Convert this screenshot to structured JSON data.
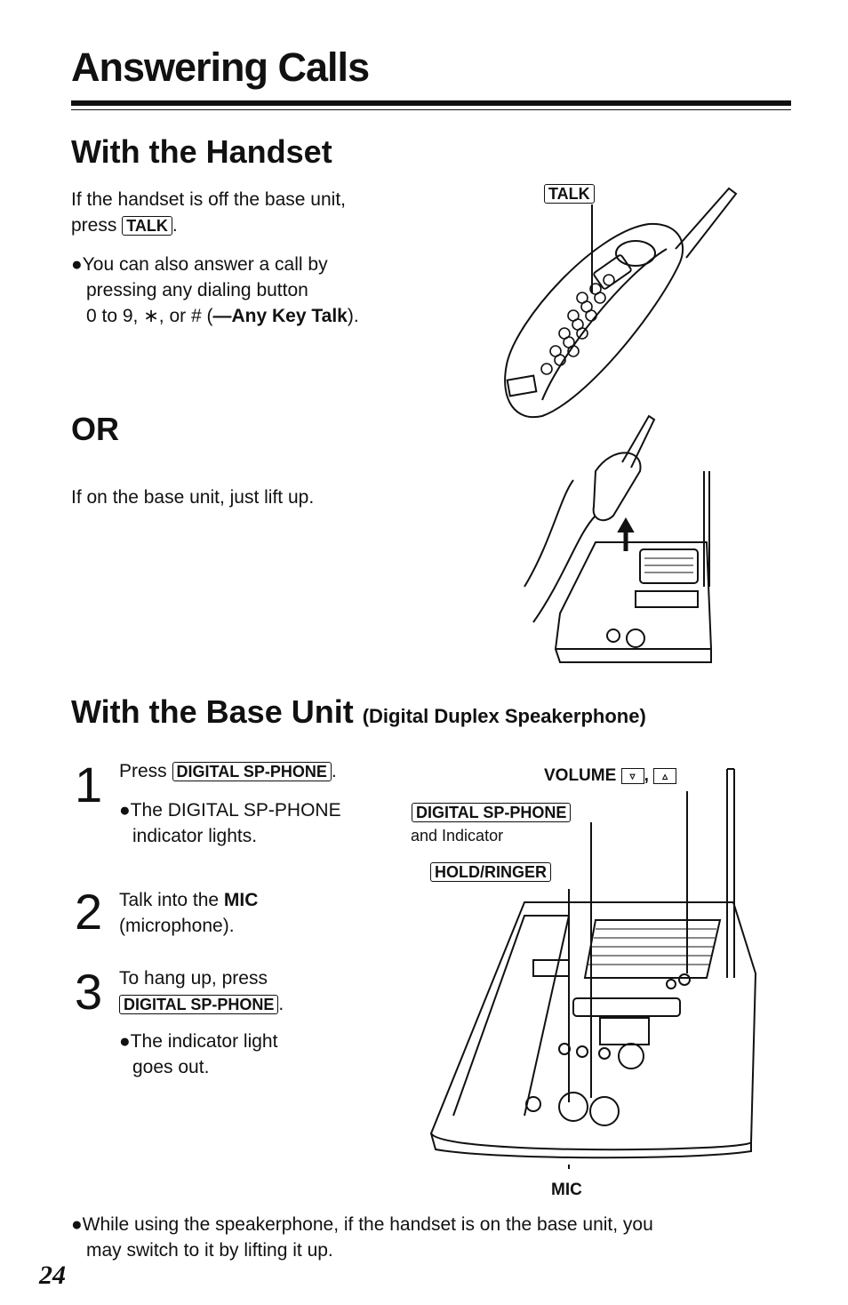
{
  "page": {
    "title": "Answering Calls",
    "page_number": "24"
  },
  "handset_section": {
    "heading": "With the Handset",
    "instruction_part1": "If the handset is off the base unit,",
    "instruction_part2": "press",
    "talk_key": "TALK",
    "bullet_line1": "●You can also answer a call by",
    "bullet_line2": "pressing any dialing button",
    "bullet_line3a": "0 to 9, ∗, or # (",
    "bullet_line3b": "—Any Key Talk",
    "bullet_line3c": ").",
    "diagram_talk_label": "TALK"
  },
  "or_section": {
    "heading": "OR",
    "instruction": "If on the base unit, just lift up."
  },
  "base_section": {
    "heading": "With the Base Unit",
    "subheading": "(Digital Duplex Speakerphone)",
    "steps": [
      {
        "number": "1",
        "text": "Press",
        "key": "DIGITAL SP-PHONE",
        "bullet_line1": "●The DIGITAL SP-PHONE",
        "bullet_line2": "indicator lights."
      },
      {
        "number": "2",
        "text_a": "Talk into the ",
        "text_b": "MIC",
        "text_line2": "(microphone)."
      },
      {
        "number": "3",
        "text": "To hang up, press",
        "key": "DIGITAL SP-PHONE",
        "bullet_line1": "●The indicator light",
        "bullet_line2": "goes out."
      }
    ],
    "diagram": {
      "volume_label": "VOLUME",
      "digital_key": "DIGITAL SP-PHONE",
      "and_indicator": "and Indicator",
      "hold_key": "HOLD/RINGER",
      "mic_label": "MIC"
    },
    "footer_line1": "●While using the speakerphone, if the handset is on the base unit, you",
    "footer_line2": "may switch to it by lifting it up."
  }
}
